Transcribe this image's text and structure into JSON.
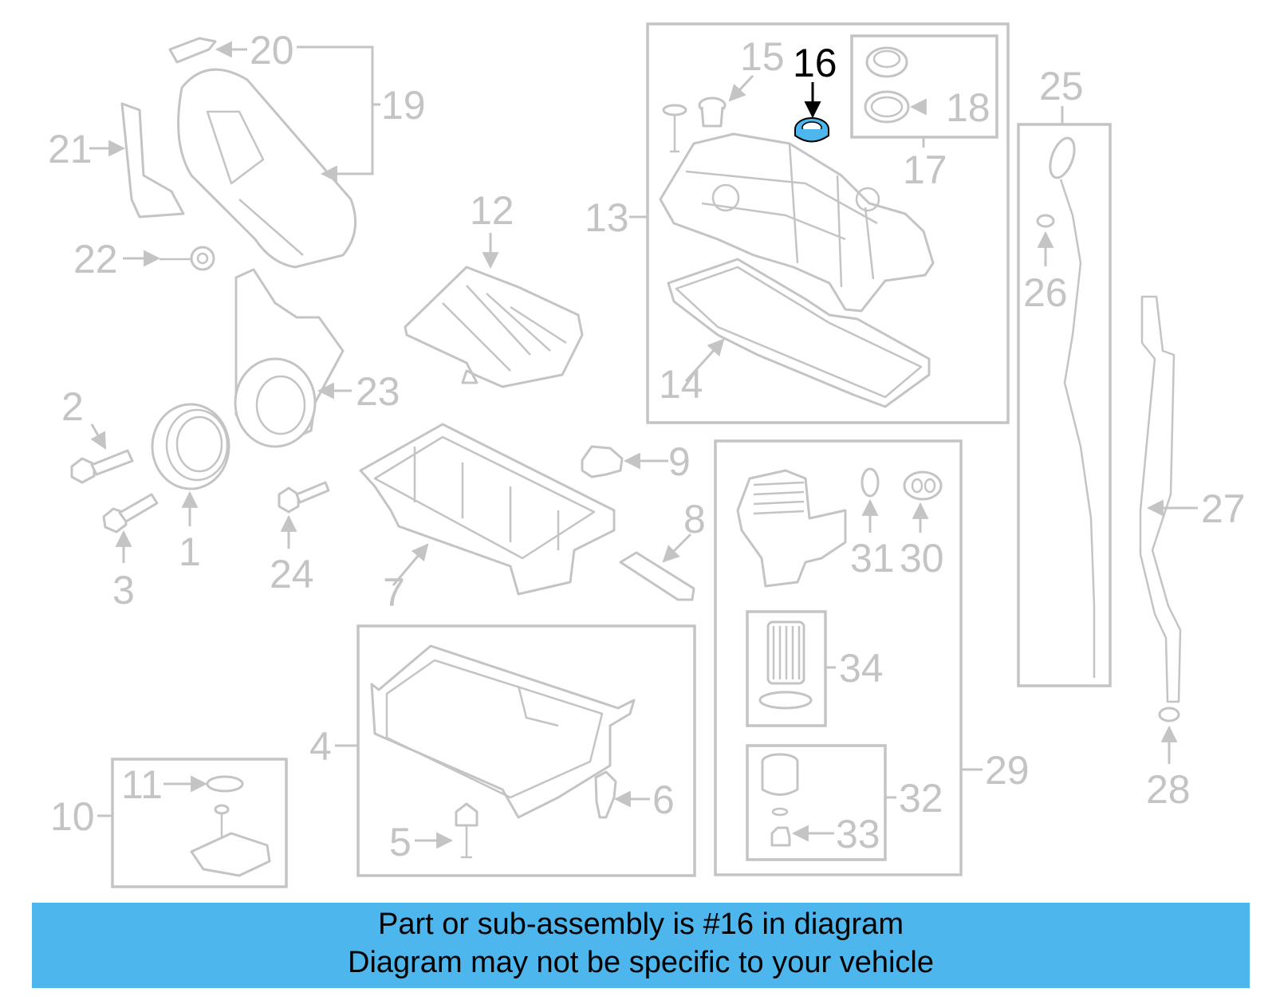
{
  "labels": {
    "n1": "1",
    "n2": "2",
    "n3": "3",
    "n4": "4",
    "n5": "5",
    "n6": "6",
    "n7": "7",
    "n8": "8",
    "n9": "9",
    "n10": "10",
    "n11": "11",
    "n12": "12",
    "n13": "13",
    "n14": "14",
    "n15": "15",
    "n16": "16",
    "n17": "17",
    "n18": "18",
    "n19": "19",
    "n20": "20",
    "n21": "21",
    "n22": "22",
    "n23": "23",
    "n24": "24",
    "n25": "25",
    "n26": "26",
    "n27": "27",
    "n28": "28",
    "n29": "29",
    "n30": "30",
    "n31": "31",
    "n32": "32",
    "n33": "33",
    "n34": "34"
  },
  "highlight": {
    "part": "16",
    "color": "#4cb6ed",
    "label_color": "#000000"
  },
  "banner": {
    "line1": "Part or sub-assembly is #16 in diagram",
    "line2": "Diagram may not be specific to your vehicle",
    "color": "#4cb6ed"
  },
  "colors": {
    "line": "#c4c4c4"
  }
}
